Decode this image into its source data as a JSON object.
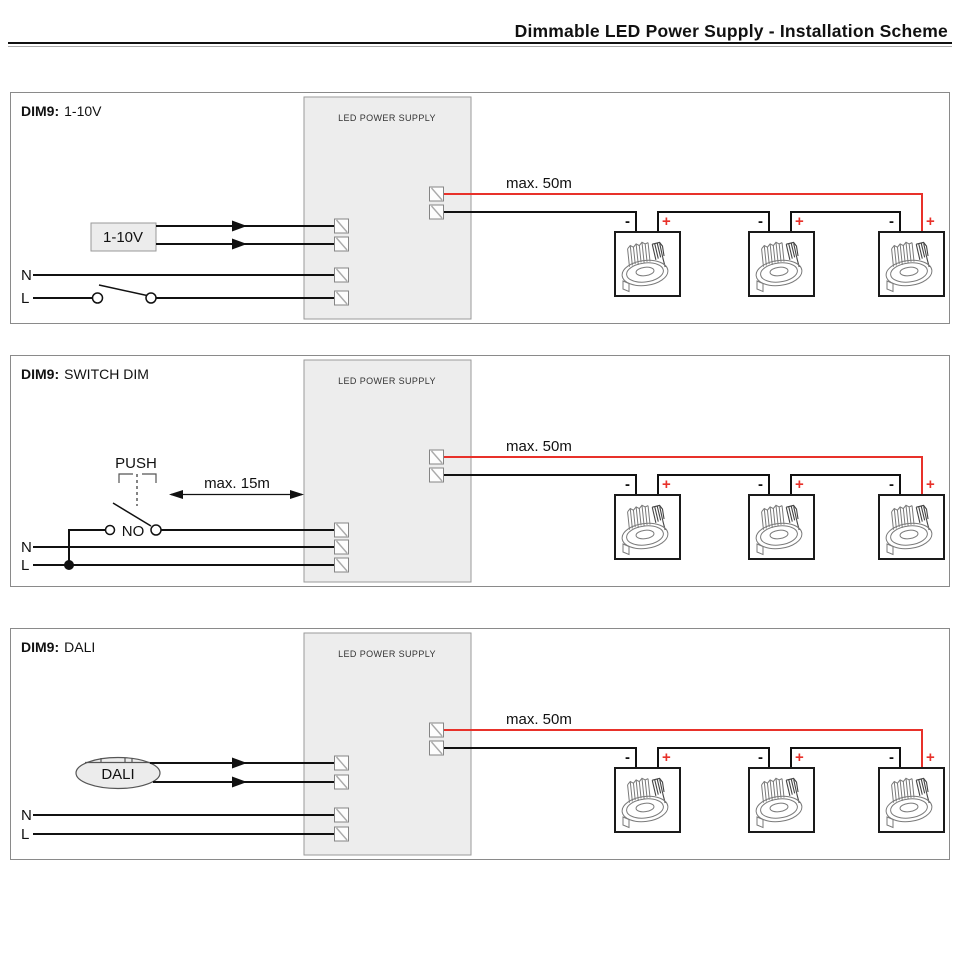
{
  "header": {
    "title": "Dimmable LED Power Supply - Installation Scheme"
  },
  "shared": {
    "power_supply_label": "LED POWER SUPPLY",
    "led_run_max_length": "max. 50m",
    "neutral_label": "N",
    "line_label": "L",
    "terminal_minus": "-",
    "terminal_plus": "+",
    "colors": {
      "positive_wire_red": "#e8312a",
      "wire_black": "#111111",
      "psu_box_fill": "#ededed",
      "panel_border": "#8a8a8a"
    }
  },
  "panels": [
    {
      "label_prefix": "DIM9:",
      "label_value": "1-10V",
      "controller_label": "1-10V"
    },
    {
      "label_prefix": "DIM9:",
      "label_value": "SWITCH DIM",
      "push_label": "PUSH",
      "contact_label": "NO",
      "control_max_length": "max. 15m"
    },
    {
      "label_prefix": "DIM9:",
      "label_value": "DALI",
      "controller_label": "DALI"
    }
  ]
}
